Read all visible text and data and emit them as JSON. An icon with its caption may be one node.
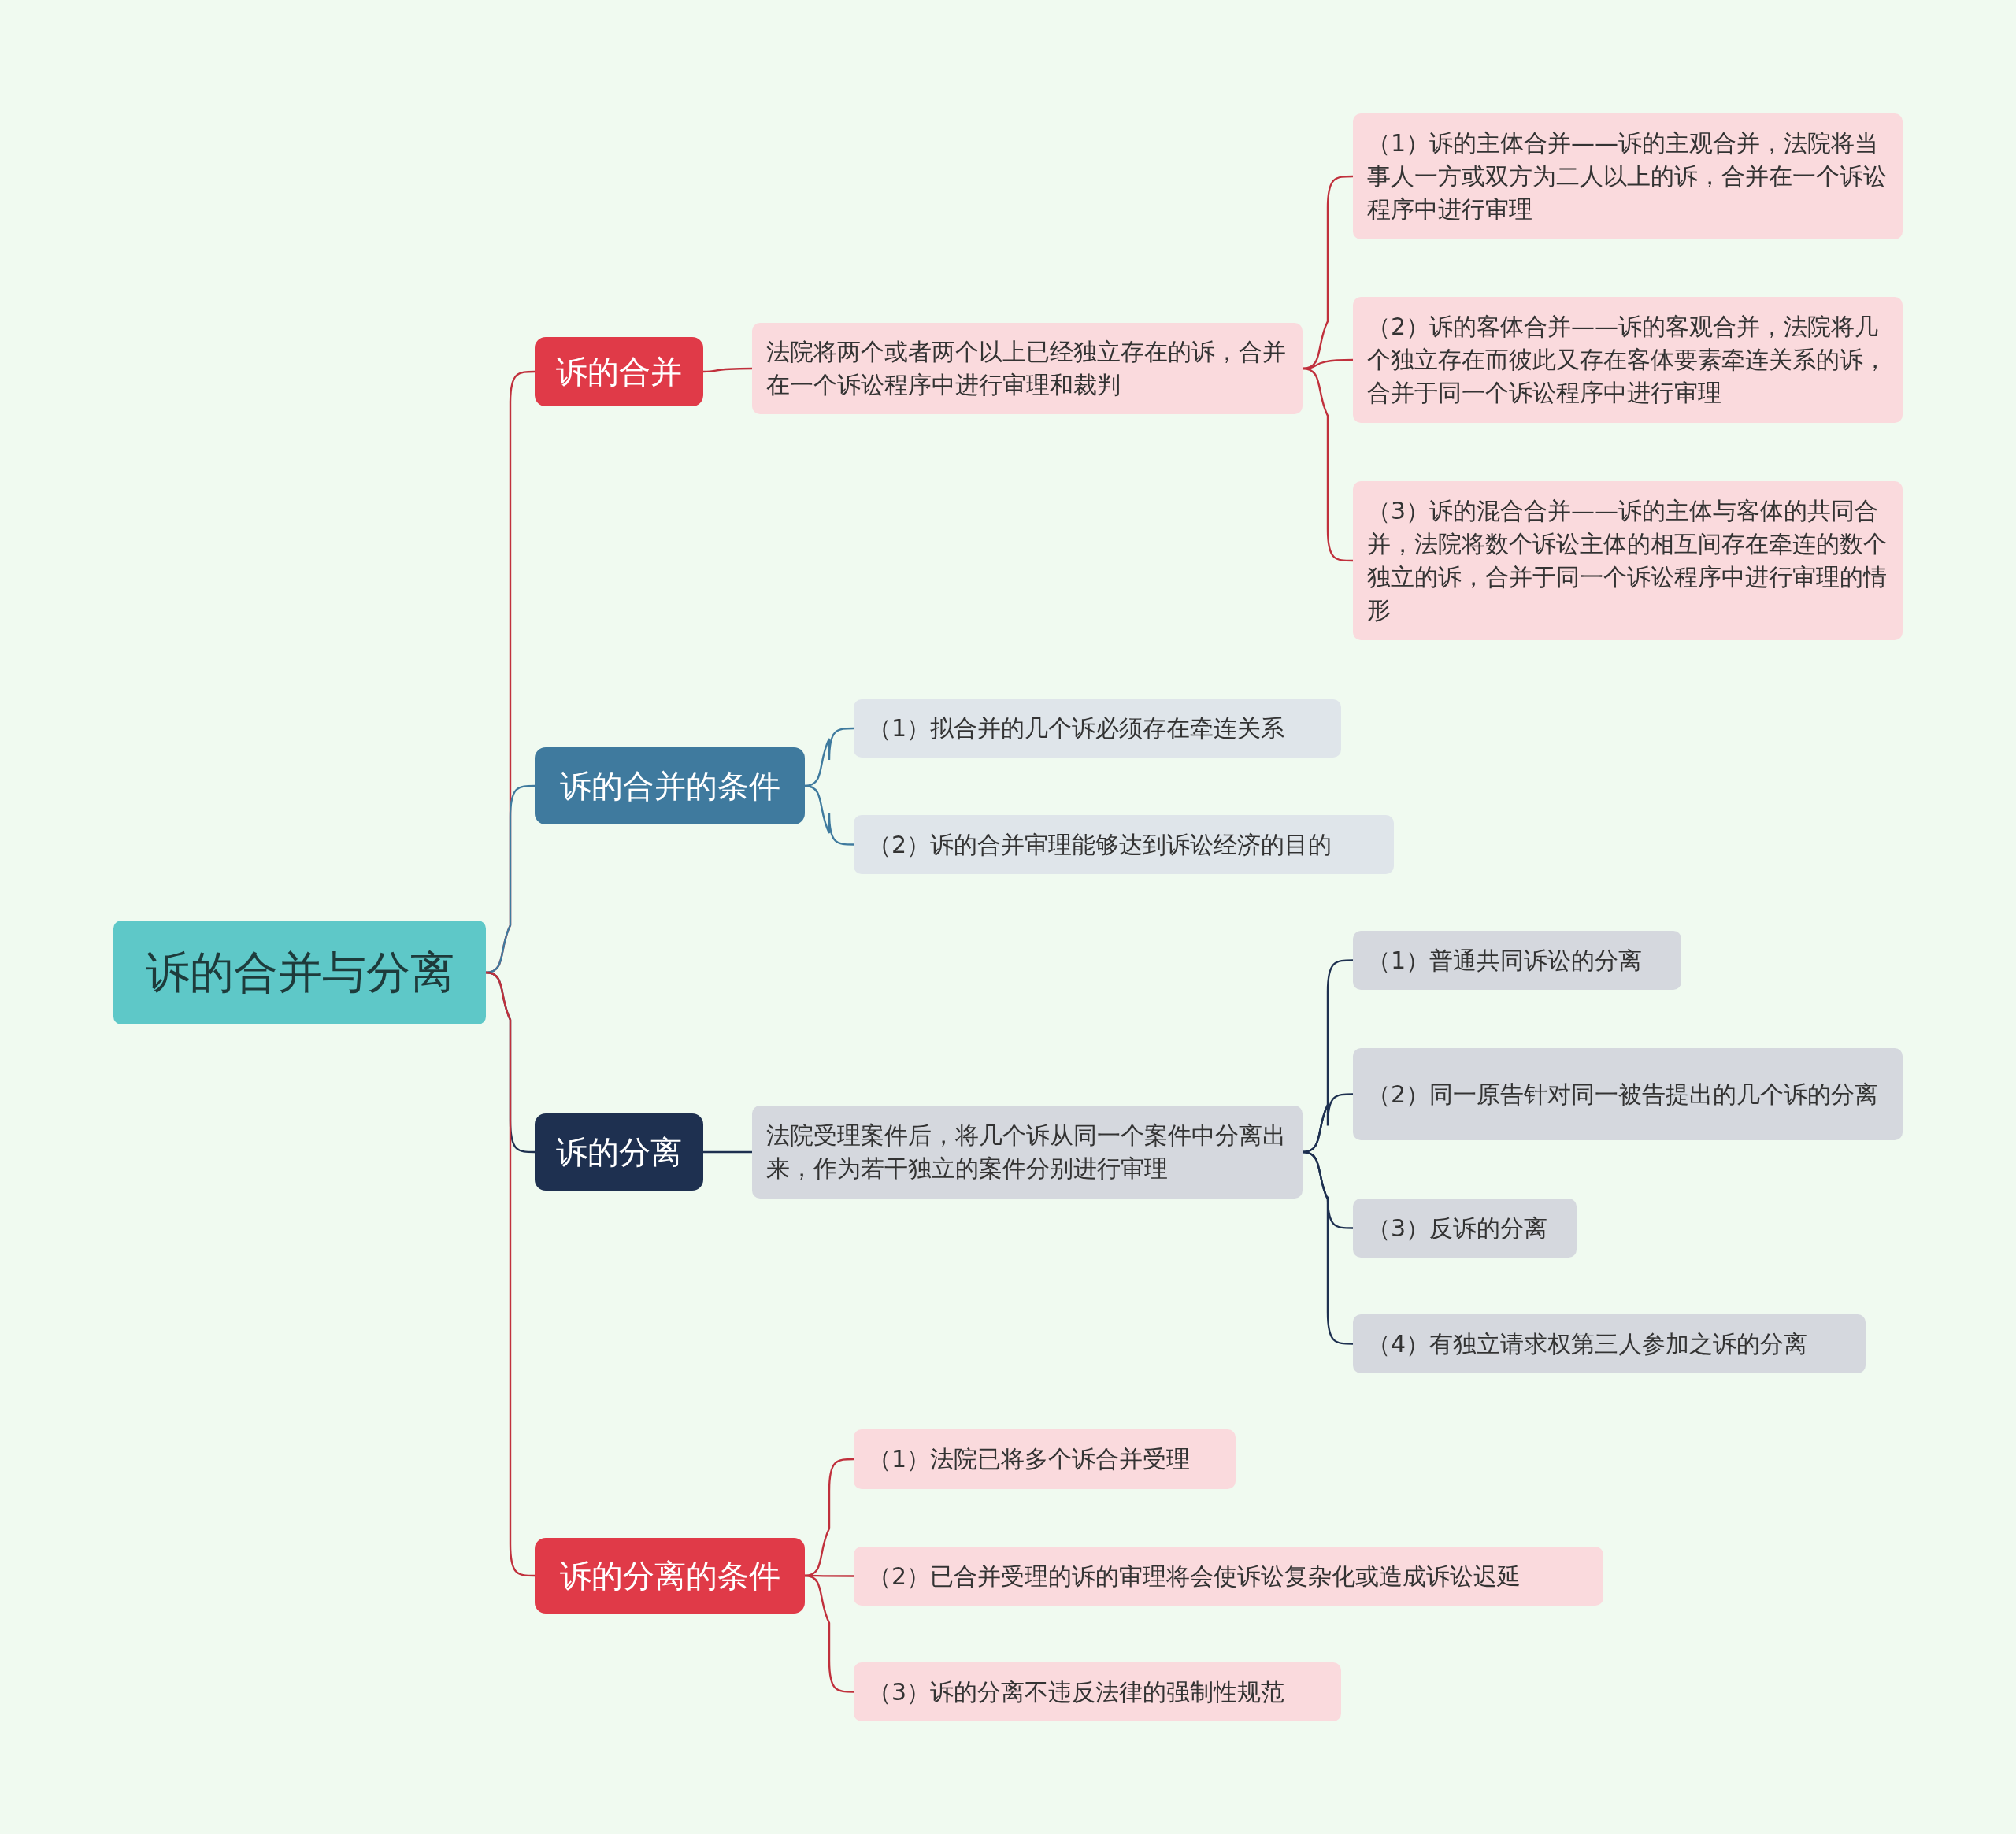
{
  "diagram": {
    "nodes": [
      {
        "text": [
          "诉的合并与分离"
        ]
      },
      {
        "text": [
          "诉的合并"
        ]
      },
      {
        "text": [
          "法院将两个或者两个以上已经独立存在的诉，合并在一个诉讼程序中进行审理和裁判"
        ]
      },
      {
        "text": [
          "（1）诉的主体合并——诉的主观合并，法院将当事人一方或双方为二人以上的诉，合并在一个诉讼程序中进行审理"
        ]
      },
      {
        "text": [
          "（2）诉的客体合并——诉的客观合并，法院将几个独立存在而彼此又存在客体要素牵连关系的诉，合并于同一个诉讼程序中进行审理"
        ]
      },
      {
        "text": [
          "（3）诉的混合合并——诉的主体与客体的共同合并，法院将数个诉讼主体的相互间存在牵连的数个独立的诉，合并于同一个诉讼程序中进行审理的情形"
        ]
      },
      {
        "text": [
          "诉的合并的条件"
        ]
      },
      {
        "text": [
          "（1）拟合并的几个诉必须存在牵连关系"
        ]
      },
      {
        "text": [
          "（2）诉的合并审理能够达到诉讼经济的目的"
        ]
      },
      {
        "text": [
          "诉的分离"
        ]
      },
      {
        "text": [
          "法院受理案件后，将几个诉从同一个案件中分离出来，作为若干独立的案件分别进行审理"
        ]
      },
      {
        "text": [
          "（1）普通共同诉讼的分离"
        ]
      },
      {
        "text": [
          "（2）同一原告针对同一被告提出的几个诉的分离"
        ]
      },
      {
        "text": [
          "（3）反诉的分离"
        ]
      },
      {
        "text": [
          "（4）有独立请求权第三人参加之诉的分离"
        ]
      },
      {
        "text": [
          "诉的分离的条件"
        ]
      },
      {
        "text": [
          "（1）法院已将多个诉合并受理"
        ]
      },
      {
        "text": [
          "（2）已合并受理的诉的审理将会使诉讼复杂化或造成诉讼迟延"
        ]
      },
      {
        "text": [
          "（3）诉的分离不违反法律的强制性规范"
        ]
      }
    ],
    "edges": [
      {
        "from": 0,
        "to": 1,
        "arrow": "none"
      },
      {
        "from": 1,
        "to": 2,
        "arrow": "none"
      },
      {
        "from": 2,
        "to": 3,
        "arrow": "none"
      },
      {
        "from": 2,
        "to": 4,
        "arrow": "none"
      },
      {
        "from": 2,
        "to": 5,
        "arrow": "none"
      },
      {
        "from": 0,
        "to": 6,
        "arrow": "none",
        "color": "#3f7a9e"
      },
      {
        "from": 6,
        "to": 7,
        "arrow": "none",
        "color": "#3f7a9e"
      },
      {
        "from": 6,
        "to": 8,
        "arrow": "none",
        "color": "#3f7a9e"
      },
      {
        "from": 0,
        "to": 9,
        "arrow": "none",
        "color": "#1e3050"
      },
      {
        "from": 9,
        "to": 10,
        "arrow": "none",
        "color": "#1e3050"
      },
      {
        "from": 10,
        "to": 11,
        "arrow": "none",
        "color": "#1e3050"
      },
      {
        "from": 10,
        "to": 12,
        "arrow": "none",
        "color": "#1e3050"
      },
      {
        "from": 10,
        "to": 13,
        "arrow": "none",
        "color": "#1e3050"
      },
      {
        "from": 10,
        "to": 14,
        "arrow": "none",
        "color": "#1e3050"
      },
      {
        "from": 0,
        "to": 15,
        "arrow": "none"
      },
      {
        "from": 15,
        "to": 16,
        "arrow": "none"
      },
      {
        "from": 15,
        "to": 17,
        "arrow": "none"
      },
      {
        "from": 15,
        "to": 18,
        "arrow": "none"
      }
    ]
  }
}
